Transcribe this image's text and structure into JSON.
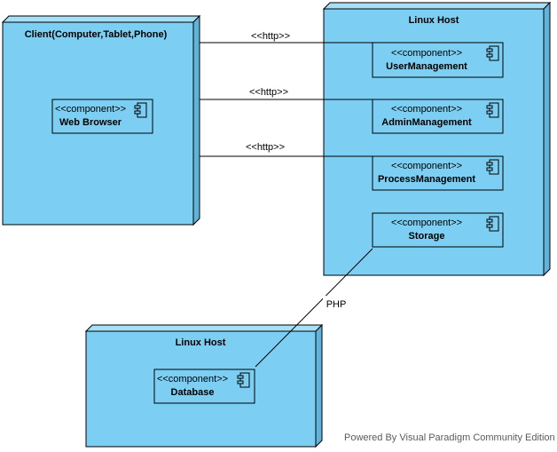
{
  "nodes": {
    "client": {
      "title": "Client(Computer,Tablet,Phone)"
    },
    "server": {
      "title": "Linux Host"
    },
    "db_host": {
      "title": "Linux Host"
    }
  },
  "components": {
    "web_browser": {
      "stereotype": "<<component>>",
      "name": "Web Browser"
    },
    "user_management": {
      "stereotype": "<<component>>",
      "name": "UserManagement"
    },
    "admin_management": {
      "stereotype": "<<component>>",
      "name": "AdminManagement"
    },
    "process_management": {
      "stereotype": "<<component>>",
      "name": "ProcessManagement"
    },
    "storage": {
      "stereotype": "<<component>>",
      "name": "Storage"
    },
    "database": {
      "stereotype": "<<component>>",
      "name": "Database"
    }
  },
  "connections": {
    "http_1": "<<http>>",
    "http_2": "<<http>>",
    "http_3": "<<http>>",
    "php": "PHP"
  },
  "watermark": {
    "prefix": "Powered By",
    "brand": "Visual Paradigm Community Edition"
  },
  "colors": {
    "node_fill": "#7ccff2",
    "node_side": "#5fb4dc",
    "node_stroke": "#000000",
    "logo": "#e0403a"
  }
}
